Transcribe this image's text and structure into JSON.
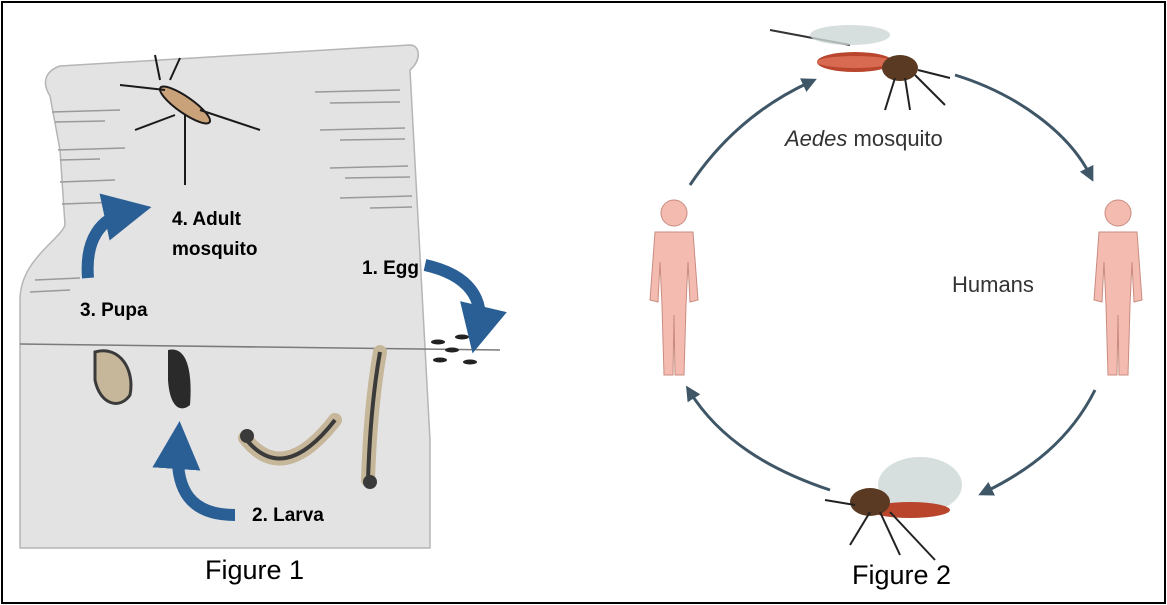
{
  "figure1": {
    "steps": [
      {
        "label": "1. Egg"
      },
      {
        "label": "2. Larva"
      },
      {
        "label": "3. Pupa"
      },
      {
        "label": "4. Adult mosquito",
        "lines": [
          "4. Adult",
          "mosquito"
        ]
      }
    ],
    "caption": "Figure 1"
  },
  "figure2": {
    "mosquito_genus": "Aedes",
    "mosquito_word": "mosquito",
    "humans_label": "Humans",
    "caption": "Figure 2"
  },
  "colors": {
    "arrow_blue": "#2a5f95",
    "cycle_arrow": "#3f5667",
    "jar_fill": "#e3e3e3",
    "skin": "#f4bcb0"
  }
}
